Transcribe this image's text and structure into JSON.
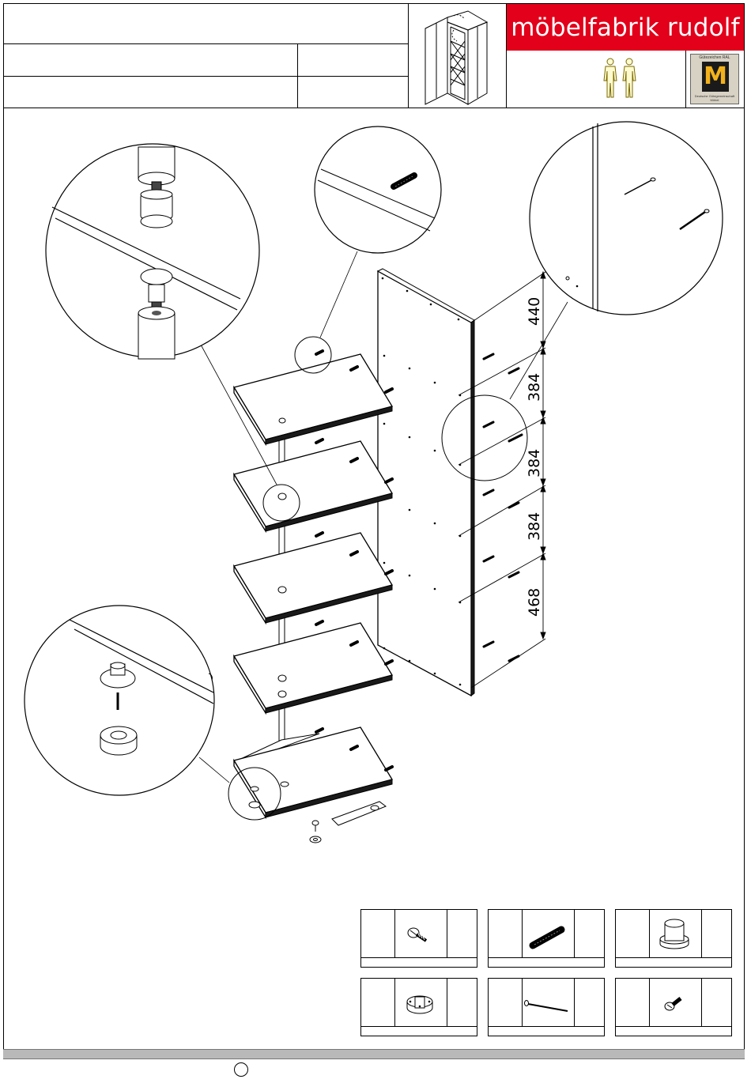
{
  "header": {
    "brand": "möbelfabrik rudolf",
    "brand_color": "#e2001a",
    "person_icons": 2,
    "seal_icon": "quality-seal-icon",
    "title_cells": [
      "",
      "",
      "",
      ""
    ]
  },
  "dimensions": [
    "440",
    "384",
    "384",
    "384",
    "468"
  ],
  "parts": [
    {
      "icon": "screw-icon"
    },
    {
      "icon": "wooden-dowel-icon"
    },
    {
      "icon": "cylinder-cap-icon"
    },
    {
      "icon": "connector-disc-icon"
    },
    {
      "icon": "nail-icon"
    },
    {
      "icon": "short-screw-icon"
    }
  ]
}
